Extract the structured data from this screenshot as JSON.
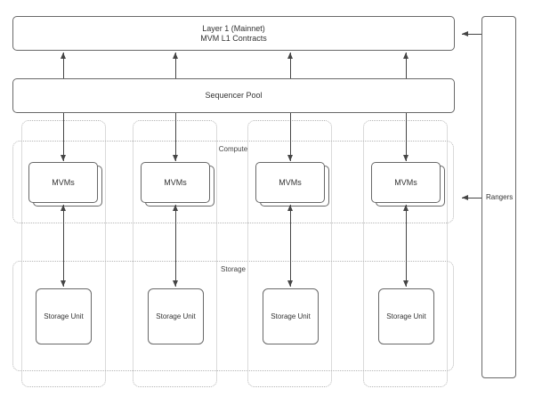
{
  "diagram": {
    "layer1_box": {
      "line1": "Layer 1 (Mainnet)",
      "line2": "MVM L1 Contracts"
    },
    "sequencer_box": {
      "label": "Sequencer Pool"
    },
    "compute_section": {
      "label": "Compute"
    },
    "storage_section": {
      "label": "Storage"
    },
    "mvm_boxes": [
      {
        "label": "MVMs"
      },
      {
        "label": "MVMs"
      },
      {
        "label": "MVMs"
      },
      {
        "label": "MVMs"
      }
    ],
    "storage_units": [
      {
        "label": "Storage Unit"
      },
      {
        "label": "Storage Unit"
      },
      {
        "label": "Storage Unit"
      },
      {
        "label": "Storage Unit"
      }
    ],
    "rangers_box": {
      "label": "Rangers"
    },
    "colors": {
      "box_border": "#696969",
      "arrow_line": "#454545",
      "dashed_border": "#b5b5b5",
      "text": "#333333",
      "background": "#ffffff"
    }
  }
}
